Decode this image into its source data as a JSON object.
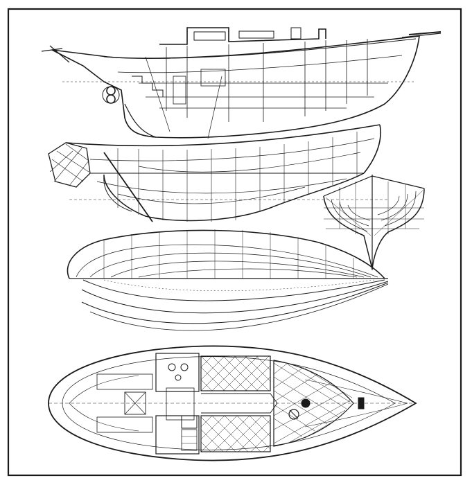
{
  "drawing": {
    "ink_color": "#1a1a1a",
    "paper_color": "#ffffff",
    "views": [
      {
        "id": "inboard-profile",
        "icon": "sailboat-profile"
      },
      {
        "id": "lines-profile",
        "icon": "hull-sheer-plan"
      },
      {
        "id": "body-plan",
        "icon": "hull-sections"
      },
      {
        "id": "half-breadth-plan",
        "icon": "hull-waterlines"
      },
      {
        "id": "accommodation-plan",
        "icon": "deck-layout"
      }
    ]
  }
}
